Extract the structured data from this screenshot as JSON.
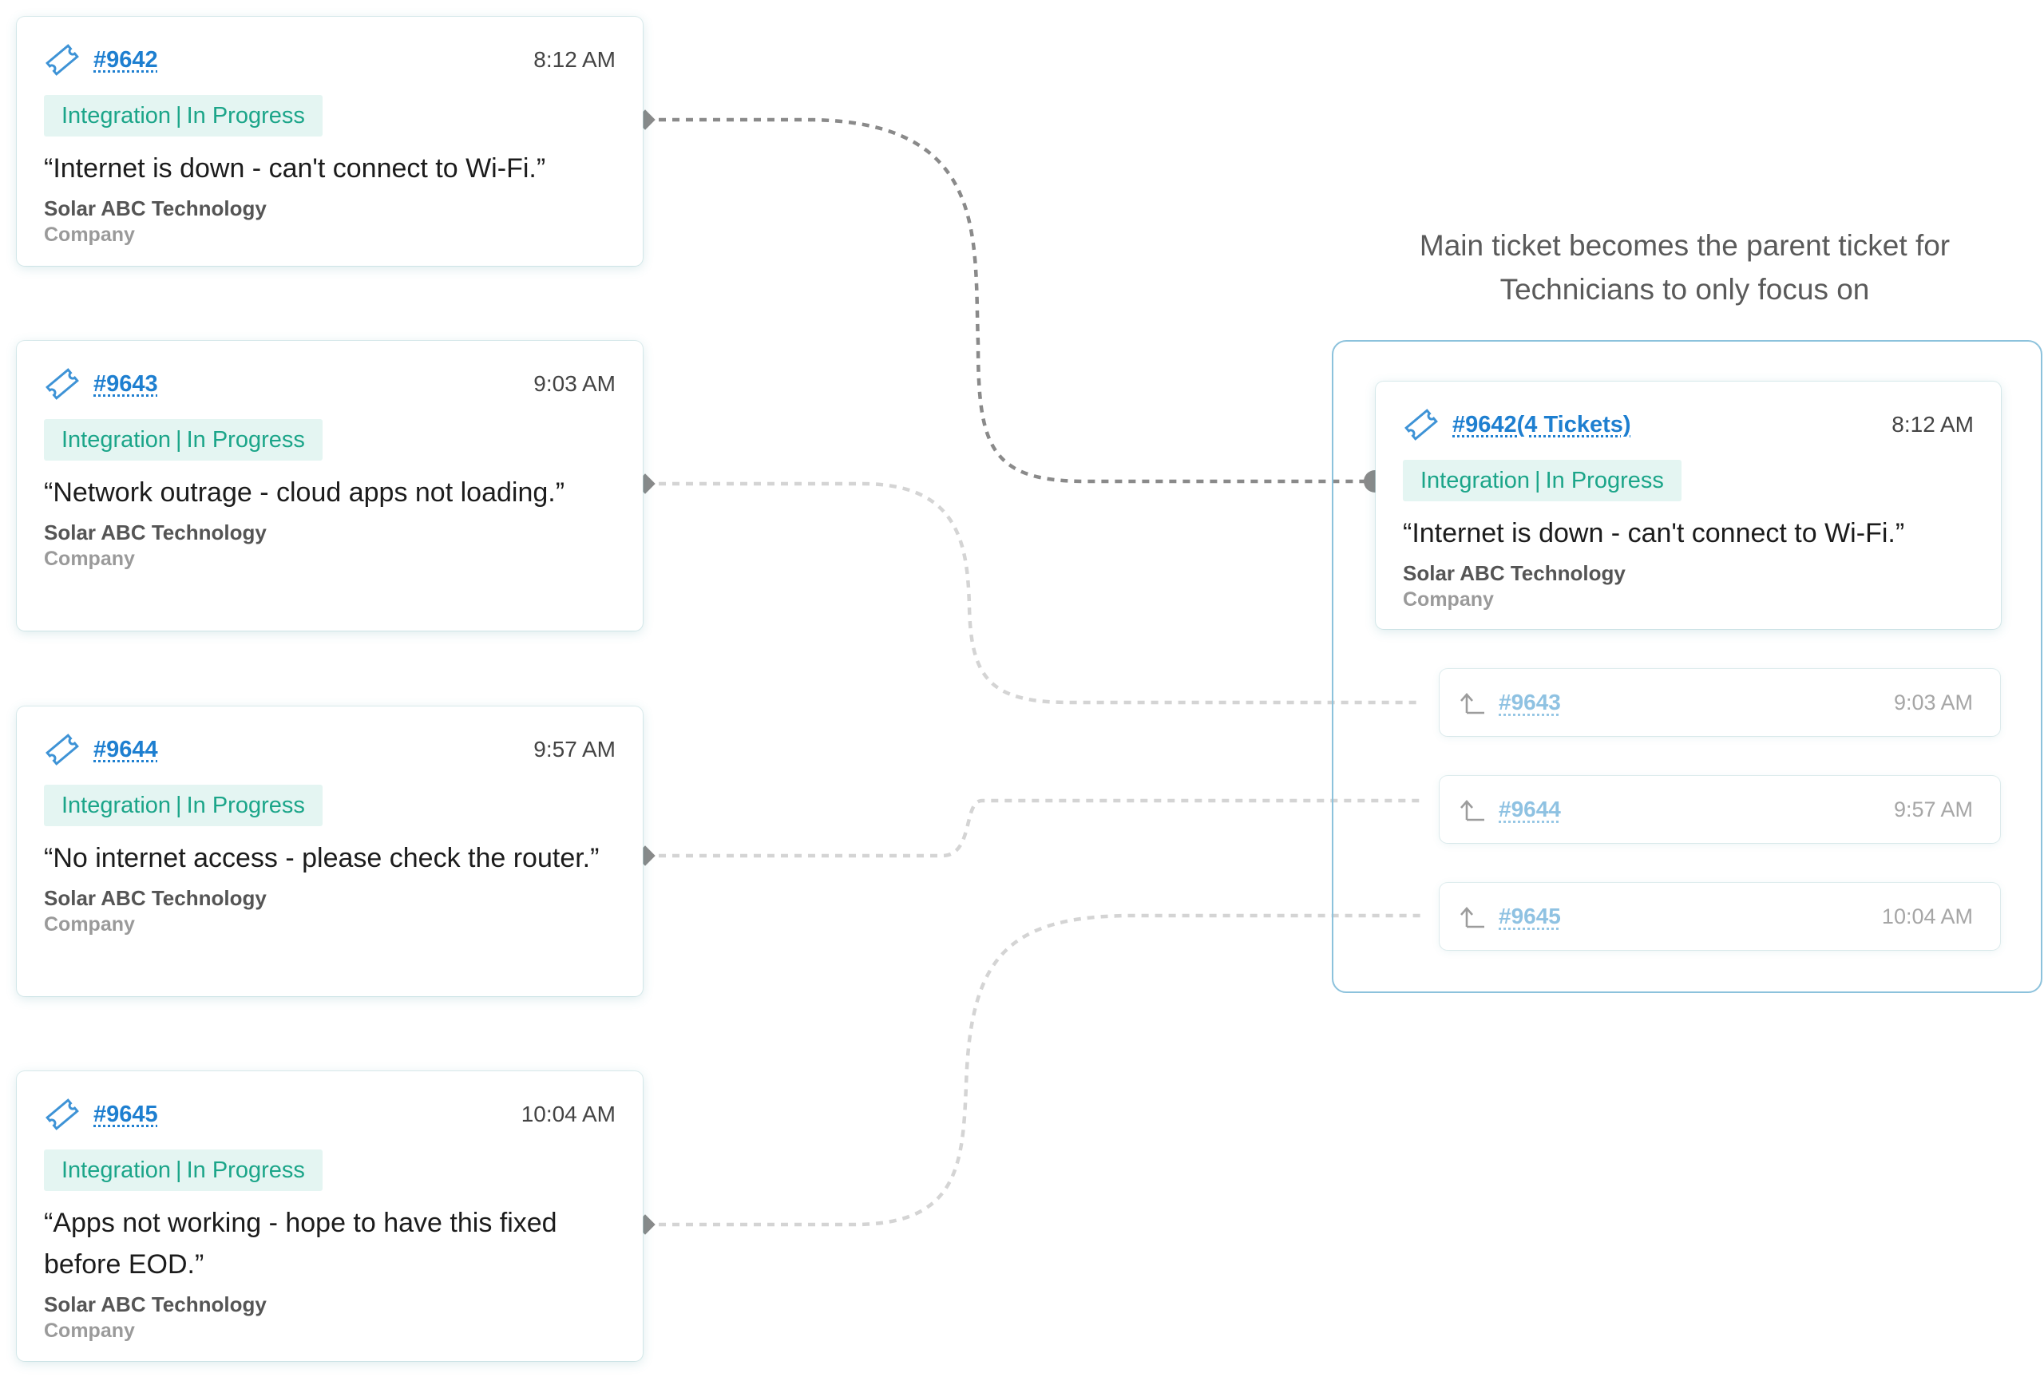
{
  "colors": {
    "link": "#1e7fd0",
    "tag_text": "#1ba589",
    "tag_bg": "#e4f5f2",
    "frame_border": "#8cc2dc",
    "connector_dark": "#8a8a8a",
    "connector_light": "#d4d4d4"
  },
  "tickets": [
    {
      "id": "#9642",
      "time": "8:12 AM",
      "category": "Integration",
      "status": "In Progress",
      "quote": "“Internet is down - can't connect to Wi-Fi.”",
      "company": "Solar ABC Technology",
      "company_label": "Company"
    },
    {
      "id": "#9643",
      "time": "9:03 AM",
      "category": "Integration",
      "status": "In Progress",
      "quote": "“Network outrage - cloud apps not loading.”",
      "company": "Solar ABC Technology",
      "company_label": "Company"
    },
    {
      "id": "#9644",
      "time": "9:57 AM",
      "category": "Integration",
      "status": "In Progress",
      "quote": "“No internet access - please check the router.”",
      "company": "Solar ABC Technology",
      "company_label": "Company"
    },
    {
      "id": "#9645",
      "time": "10:04 AM",
      "category": "Integration",
      "status": "In Progress",
      "quote": "“Apps not working - hope to have this fixed before EOD.”",
      "company": "Solar ABC Technology",
      "company_label": "Company"
    }
  ],
  "caption": {
    "line1": "Main ticket becomes the parent ticket for",
    "line2": "Technicians to only focus on"
  },
  "parent": {
    "id": "#9642(4 Tickets)",
    "time": "8:12 AM",
    "category": "Integration",
    "status": "In Progress",
    "quote": "“Internet is down - can't connect to Wi-Fi.”",
    "company": "Solar ABC Technology",
    "company_label": "Company",
    "children": [
      {
        "id": "#9643",
        "time": "9:03 AM"
      },
      {
        "id": "#9644",
        "time": "9:57 AM"
      },
      {
        "id": "#9645",
        "time": "10:04 AM"
      }
    ]
  }
}
